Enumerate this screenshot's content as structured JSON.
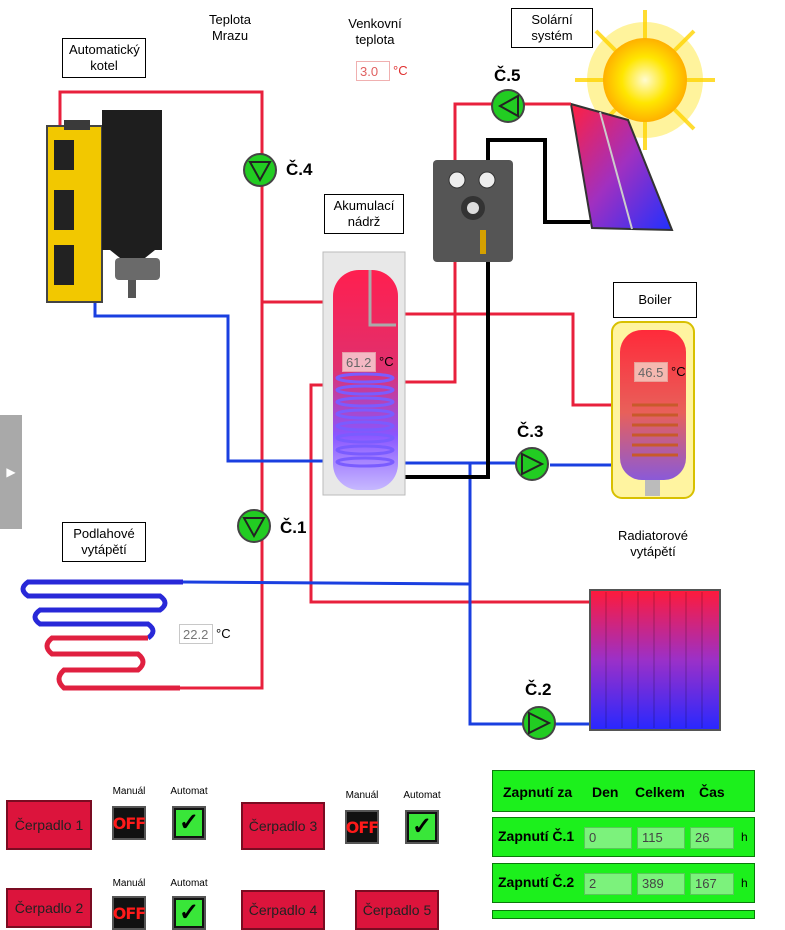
{
  "labels": {
    "kotel": [
      "Automatický",
      "kotel"
    ],
    "teplota_mrazu": [
      "Teplota",
      "Mrazu"
    ],
    "venkovni": [
      "Venkovní",
      "teplota"
    ],
    "solarni": [
      "Solární",
      "systém"
    ],
    "akumulaci": [
      "Akumulací",
      "nádrž"
    ],
    "boiler": "Boiler",
    "podlahove": [
      "Podlahové",
      "vytápětí"
    ],
    "radiatorove": [
      "Radiatorové",
      "vytápětí"
    ]
  },
  "temperatures": {
    "venkovni": "3.0",
    "akumulaci": "61.2",
    "boiler": "46.5",
    "podlahove": "22.2",
    "unit": "°C"
  },
  "pumps": [
    "Č.4",
    "Č.5",
    "Č.3",
    "Č.1",
    "Č.2"
  ],
  "controls": {
    "manual_label": "Manuál",
    "automat_label": "Automat",
    "off_label": "OFF",
    "check_label": "✓",
    "buttons": [
      "Čerpadlo 1",
      "Čerpadlo 2",
      "Čerpadlo 3",
      "Čerpadlo 4",
      "Čerpadlo 5"
    ]
  },
  "stats": {
    "header": [
      "Zapnutí za",
      "Den",
      "Celkem",
      "Čas"
    ],
    "rows": [
      {
        "label": "Zapnutí Č.1",
        "den": "0",
        "celkem": "115",
        "cas": "26",
        "unit": "h"
      },
      {
        "label": "Zapnutí Č.2",
        "den": "2",
        "celkem": "389",
        "cas": "167",
        "unit": "h"
      }
    ]
  },
  "colors": {
    "hot_pipe": "#e8203c",
    "cold_pipe": "#1a3fe0",
    "pump_green": "#22cc22",
    "button_red": "#dc143c",
    "stats_green": "#1cf01c"
  }
}
